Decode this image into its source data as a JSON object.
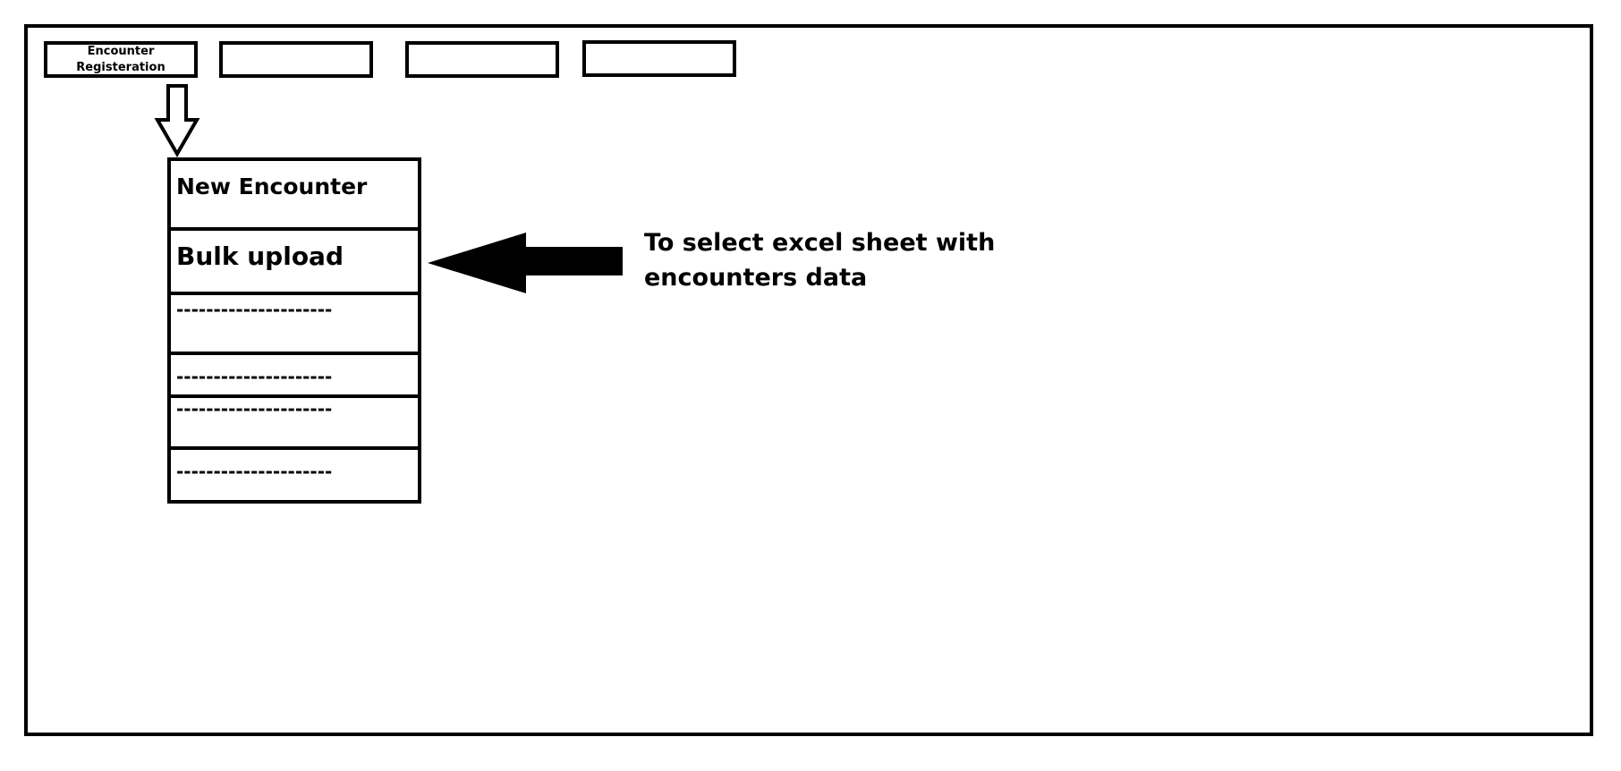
{
  "tabs": [
    {
      "label": "Encounter\n Registeration"
    },
    {
      "label": ""
    },
    {
      "label": ""
    },
    {
      "label": ""
    }
  ],
  "menu": {
    "items": [
      {
        "label": "New Encounter"
      },
      {
        "label": "Bulk upload"
      },
      {
        "label": "---------------------"
      },
      {
        "label": "---------------------"
      },
      {
        "label": "---------------------"
      },
      {
        "label": "---------------------"
      }
    ]
  },
  "annotation": {
    "line1": "To select excel sheet with",
    "line2": "encounters data"
  }
}
